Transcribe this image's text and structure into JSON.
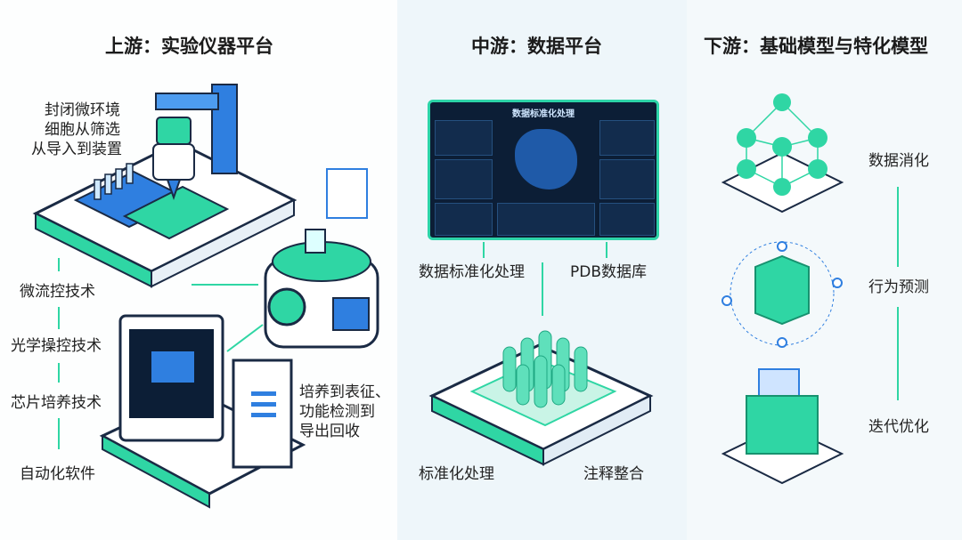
{
  "upstream": {
    "title": "上游：实验仪器平台",
    "top_note": [
      "封闭微环境",
      "细胞从筛选",
      "从导入到装置"
    ],
    "steps": [
      "微流控技术",
      "光学操控技术",
      "芯片培养技术",
      "自动化软件"
    ],
    "side_note": [
      "培养到表征、",
      "功能检测到",
      "导出回收"
    ]
  },
  "midstream": {
    "title": "中游：数据平台",
    "dashboard_title": "数据标准化处理",
    "labels": {
      "left": "数据标准化处理",
      "right": "PDB数据库",
      "bottom_left": "标准化处理",
      "bottom_right": "注释整合"
    }
  },
  "downstream": {
    "title": "下游：基础模型与特化模型",
    "labels": [
      "数据消化",
      "行为预测",
      "迭代优化"
    ]
  },
  "colors": {
    "green": "#2fd6a4",
    "blue": "#2f7fe0",
    "navy": "#0c1e36"
  }
}
